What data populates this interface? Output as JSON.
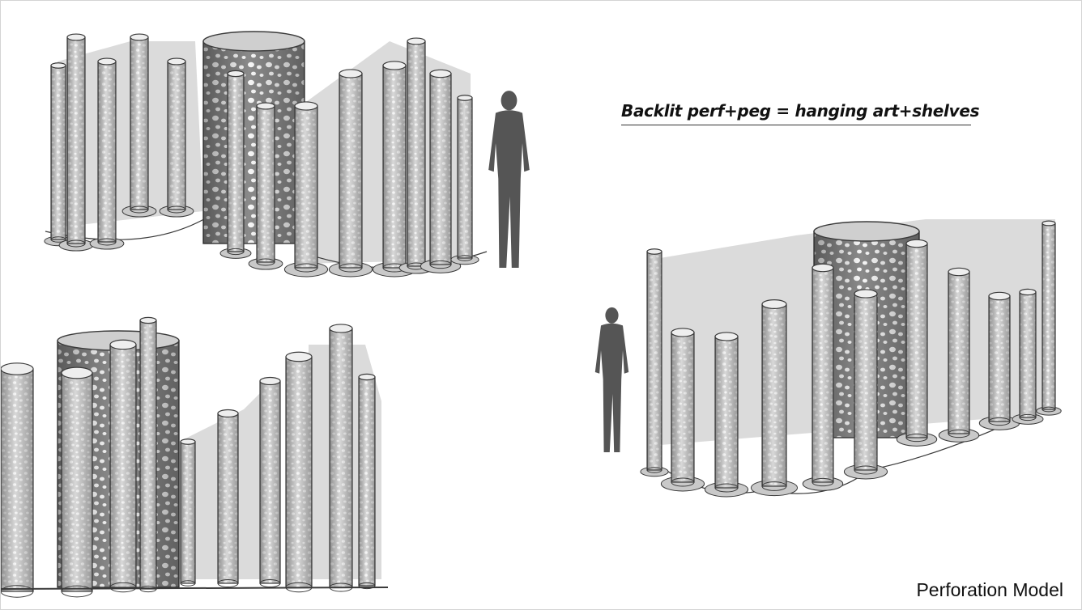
{
  "slide": {
    "annotation": "Backlit perf+peg = hanging art+shelves",
    "footer_title": "Perforation Model"
  },
  "illustrations": [
    {
      "name": "top-left-perforated-column-cluster",
      "icon": "perforated-columns-sketch"
    },
    {
      "name": "bottom-left-perforated-column-elevation",
      "icon": "perforated-columns-sketch"
    },
    {
      "name": "right-perforated-column-pavilion",
      "icon": "perforated-columns-sketch"
    }
  ],
  "colors": {
    "background": "#ffffff",
    "column_fill": "#d8d8d8",
    "perforation": "#f7f7f7",
    "outline": "#3a3a3a",
    "silhouette": "#555555",
    "screen_shadow": "#bdbdbd"
  }
}
